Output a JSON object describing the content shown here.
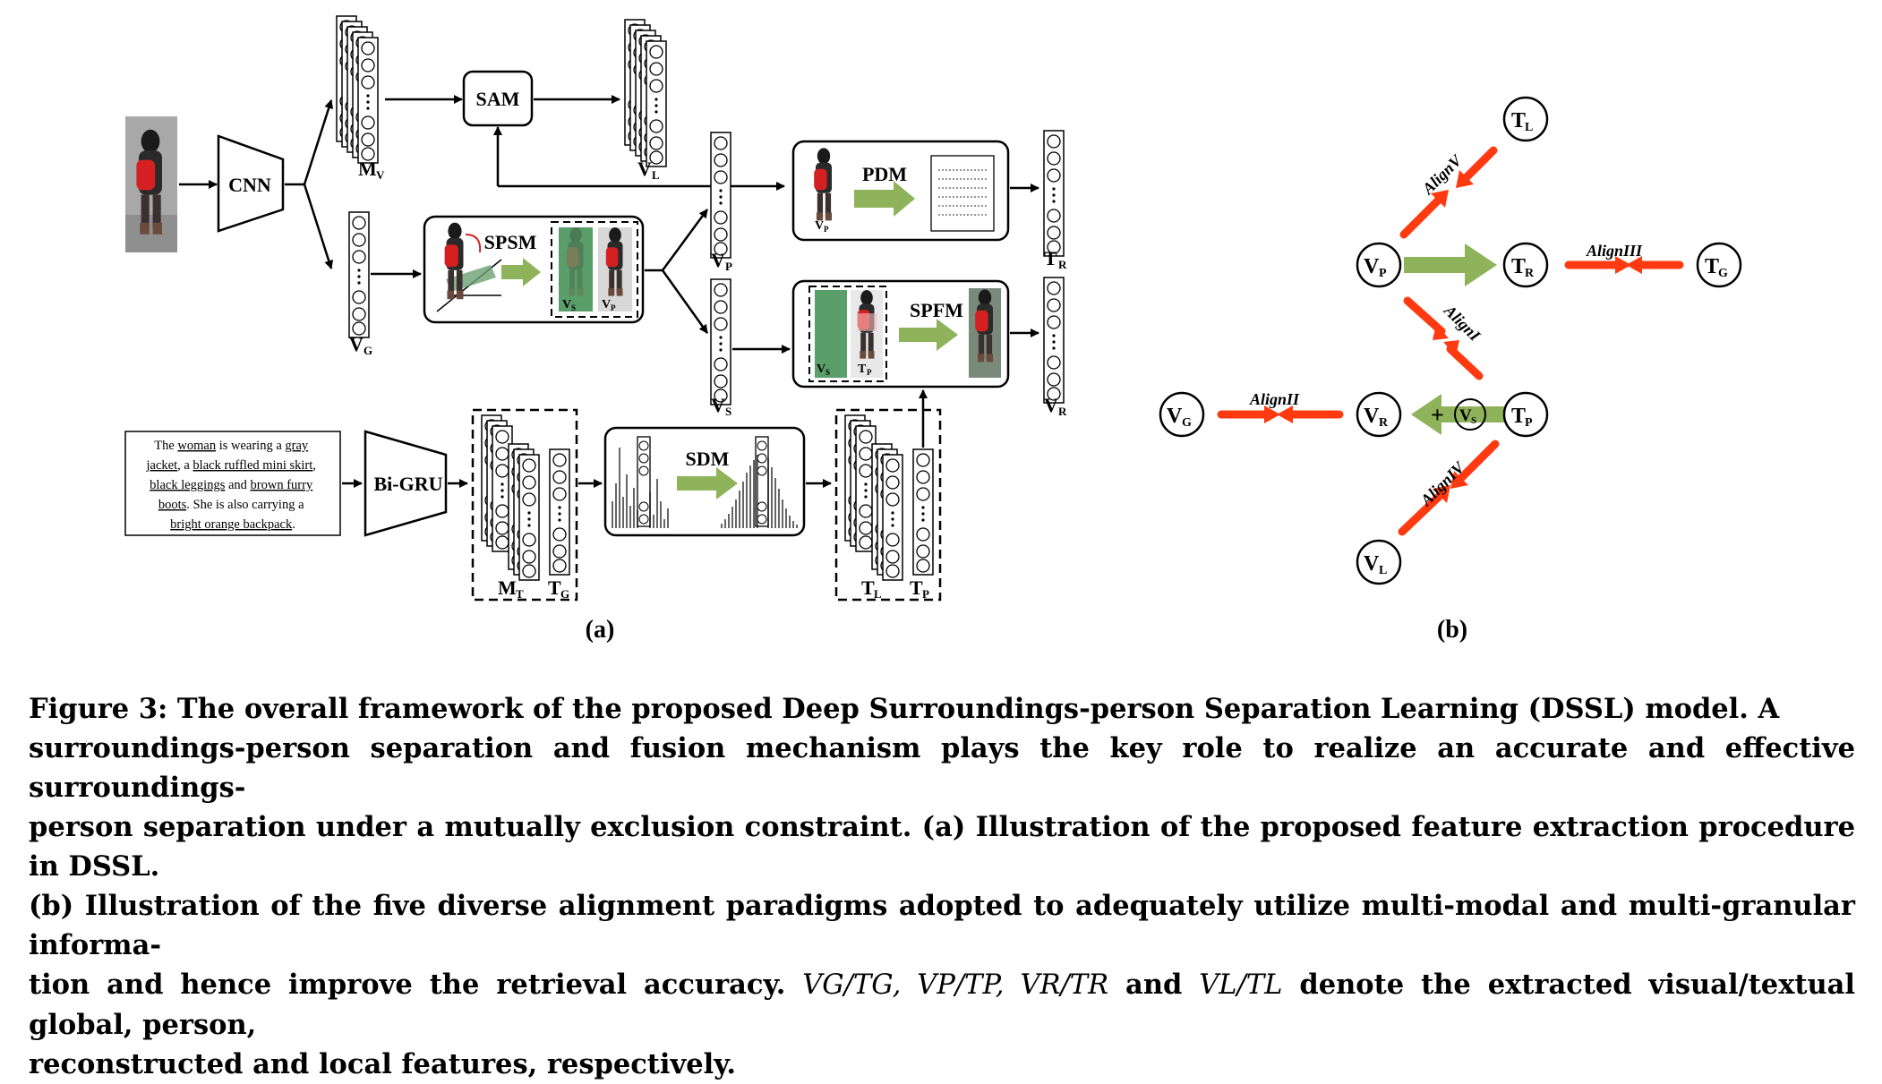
{
  "figure": {
    "panel_a": {
      "label": "(a)",
      "modules": {
        "cnn": "CNN",
        "sam": "SAM",
        "spsm": "SPSM",
        "pdm": "PDM",
        "spfm": "SPFM",
        "bigru": "Bi-GRU",
        "sdm": "SDM"
      },
      "features": {
        "mv": "M",
        "mv_sub": "V",
        "vl": "V",
        "vl_sub": "L",
        "vg": "V",
        "vg_sub": "G",
        "vp": "V",
        "vp_sub": "P",
        "vs": "V",
        "vs_sub": "S",
        "tr": "T",
        "tr_sub": "R",
        "vr": "V",
        "vr_sub": "R",
        "mt": "M",
        "mt_sub": "T",
        "tg": "T",
        "tg_sub": "G",
        "tl": "T",
        "tl_sub": "L",
        "tp": "T",
        "tp_sub": "P"
      },
      "spsm_inner": {
        "left": "V",
        "left_sub": "S",
        "right": "V",
        "right_sub": "P"
      },
      "pdm_inner": {
        "v": "V",
        "v_sub": "P"
      },
      "spfm_inner": {
        "left": "V",
        "left_sub": "S",
        "right": "T",
        "right_sub": "P"
      },
      "sentence_lines": [
        [
          "The ",
          "woman",
          " is wearing a ",
          "gray"
        ],
        [
          "jacket",
          ", a ",
          "black ruffled mini skirt",
          ","
        ],
        [
          "black leggings",
          " and ",
          "brown furry"
        ],
        [
          "boots",
          ". She is also carrying a"
        ],
        [
          "bright orange backpack",
          "."
        ]
      ]
    },
    "panel_b": {
      "label": "(b)",
      "nodes": {
        "tl": "T",
        "tl_sub": "L",
        "vp": "V",
        "vp_sub": "P",
        "tr": "T",
        "tr_sub": "R",
        "tg": "T",
        "tg_sub": "G",
        "vg": "V",
        "vg_sub": "G",
        "vr": "V",
        "vr_sub": "R",
        "vs": "V",
        "vs_sub": "S",
        "tp": "T",
        "tp_sub": "P",
        "vl": "V",
        "vl_sub": "L"
      },
      "align_labels": {
        "a1": "AlignI",
        "a2": "AlignII",
        "a3": "AlignIII",
        "a4": "AlignIV",
        "a5": "AlignV"
      },
      "plus": "+"
    },
    "colors": {
      "align_arrow": "#ff3a10",
      "flow_arrow": "#8fb35a",
      "person_red": "#d42020",
      "mask_green": "#5a9e6a",
      "image_gray": "#9a9a9a"
    }
  },
  "caption": {
    "line1": "Figure 3: The overall framework of the proposed Deep Surroundings-person Separation Learning (DSSL) model. A",
    "line2": "surroundings-person separation and fusion mechanism plays the key role to realize an accurate and effective surroundings-",
    "line3": "person separation under a mutually exclusion constraint. (a) Illustration of the proposed feature extraction procedure in DSSL.",
    "line4": "(b) Illustration of the five diverse alignment paradigms adopted to adequately utilize multi-modal and multi-granular informa-",
    "line5_a": "tion and hence improve the retrieval accuracy. ",
    "line5_vars": "VG/TG, VP/TP, VR/TR",
    "line5_b": " and ",
    "line5_vars2": "VL/TL",
    "line5_c": " denote the extracted visual/textual global, person,",
    "line6": "reconstructed and local features, respectively."
  }
}
